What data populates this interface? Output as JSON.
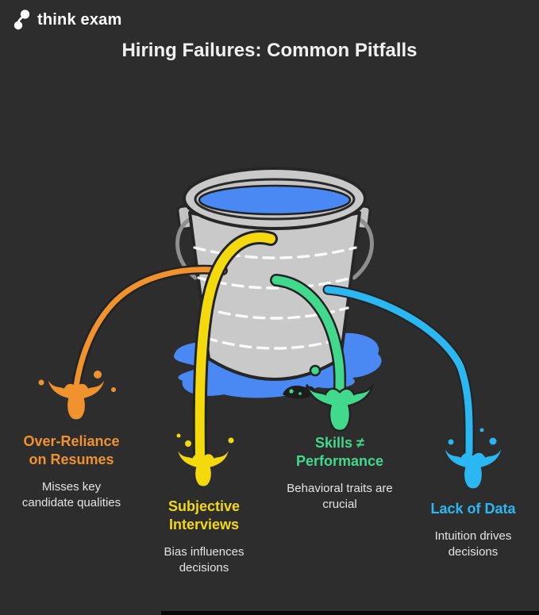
{
  "brand": {
    "name": "think exam"
  },
  "title": "Hiring Failures: Common Pitfalls",
  "illustration": {
    "description": "leaky bucket full of water with four colored streams spilling out",
    "bucket_color": "#c9c9c9",
    "water_color": "#4a89f4",
    "puddle_color": "#4a89f4",
    "outline_color": "#222222",
    "background_color": "#2d2d2e"
  },
  "pitfalls": [
    {
      "id": "over-reliance-on-resumes",
      "heading_lines": [
        "Over-Reliance",
        "on Resumes"
      ],
      "description_lines": [
        "Misses key",
        "candidate qualities"
      ],
      "color": "#f0922e"
    },
    {
      "id": "subjective-interviews",
      "heading_lines": [
        "Subjective",
        "Interviews"
      ],
      "description_lines": [
        "Bias influences",
        "decisions"
      ],
      "color": "#f4d90d"
    },
    {
      "id": "skills-not-performance",
      "heading_lines": [
        "Skills ≠",
        "Performance"
      ],
      "description_lines": [
        "Behavioral traits are",
        "crucial"
      ],
      "color": "#41d98c"
    },
    {
      "id": "lack-of-data",
      "heading_lines": [
        "Lack of Data"
      ],
      "description_lines": [
        "Intuition drives",
        "decisions"
      ],
      "color": "#2bb8f2"
    }
  ]
}
